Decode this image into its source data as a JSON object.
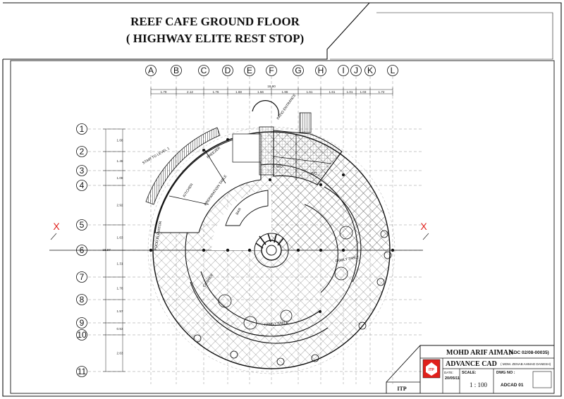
{
  "title": {
    "line1": "REEF CAFE GROUND FLOOR",
    "line2": "( HIGHWAY ELITE REST STOP)"
  },
  "grid": {
    "columns": [
      "A",
      "B",
      "C",
      "D",
      "E",
      "F",
      "G",
      "H",
      "I",
      "J",
      "K",
      "L"
    ],
    "rows": [
      "1",
      "2",
      "3",
      "4",
      "5",
      "6",
      "7",
      "8",
      "9",
      "10",
      "11"
    ],
    "overall_dimension": "18.90",
    "column_dimensions": [
      "1.79",
      "2.12",
      "1.76",
      "1.68",
      "1.56",
      "1.86",
      "1.61",
      "1.61",
      "1.01",
      "1.03",
      "1.72"
    ],
    "row_dimensions": [
      "1.68",
      "1.45",
      "1.08",
      "2.92",
      "1.63",
      "1.31",
      "1.76",
      "1.57",
      "0.53",
      "2.63"
    ],
    "side_dimension": "18.97"
  },
  "section_marks": {
    "left": "X",
    "right": "X"
  },
  "rooms": {
    "patio_entrance": "PATIO ENTRANCE",
    "stair": "STAIR TO LEVEL 1",
    "freezer": "FREEZER",
    "kitchen": "KITCHEN",
    "preparation_table": "PREPARATION TABLE",
    "bar": "BAR",
    "wc_1": "WC",
    "wc_2": "WC",
    "elevator": "FOOD ELEVATOR",
    "family_table_1": "FAMILY TABLE",
    "family_table_2": "FAMILY TABLE",
    "cashier": "CASHIER"
  },
  "title_block": {
    "name": "MOHD ARIF AIMAN",
    "student_id": "(ADC 02/08-00035)",
    "course": "ADVANCE CAD",
    "lecturer": "( MDM. ZENAB AHMAD DANESH)",
    "date_label": "DATE:",
    "date": "20/05/11",
    "scale_label": "SCALE:",
    "scale": "1 : 100",
    "dwg_label": "DWG NO :",
    "dwg_no": "ADCAD 01",
    "institution": "ITP",
    "logo_text": "ITP"
  },
  "colors": {
    "accent_red": "#e0201b",
    "line": "#1a1a1a"
  }
}
